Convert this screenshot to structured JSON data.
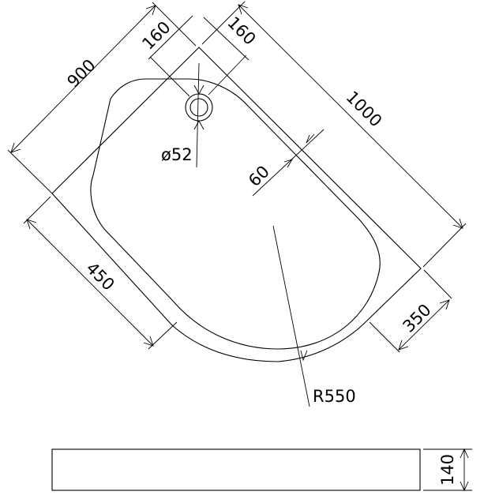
{
  "dimensions": {
    "top_left_offset": "160",
    "top_right_offset": "160",
    "left_side": "900",
    "right_side": "1000",
    "drain_diameter": "ø52",
    "rim_width": "60",
    "lower_left_straight": "450",
    "lower_right_straight": "350",
    "radius": "R550",
    "height": "140"
  }
}
